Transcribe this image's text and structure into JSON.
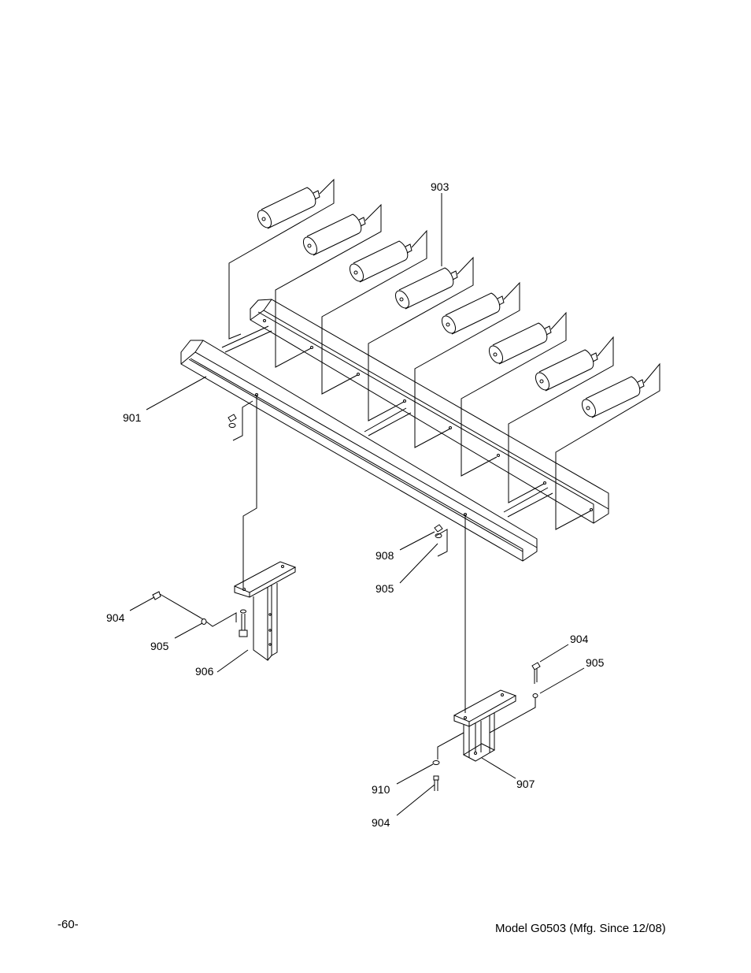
{
  "callouts": {
    "c903": "903",
    "c901": "901",
    "c908": "908",
    "c905a": "905",
    "c904a": "904",
    "c905b": "905",
    "c906": "906",
    "c904b": "904",
    "c905c": "905",
    "c910": "910",
    "c907": "907",
    "c904c": "904"
  },
  "footer": {
    "page_number": "-60-",
    "model_text": "Model G0503 (Mfg. Since 12/08)"
  }
}
